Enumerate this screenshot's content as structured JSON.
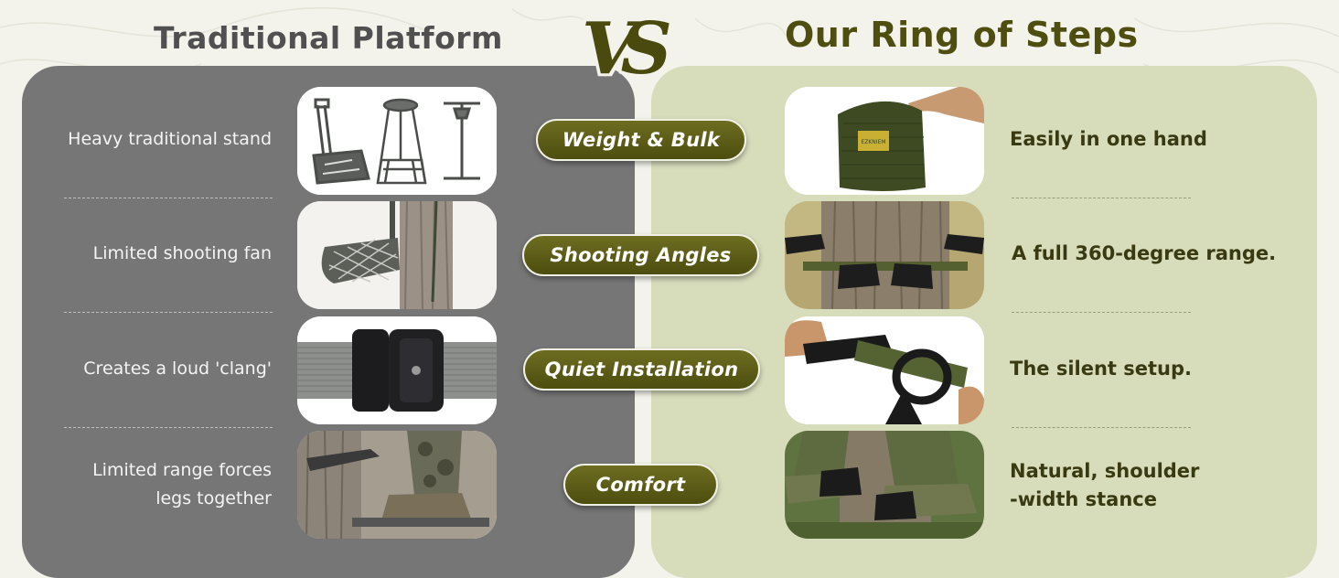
{
  "left_title": "Traditional Platform",
  "right_title": "Our Ring of Steps",
  "vs_label": "VS",
  "rows": [
    {
      "left": "Heavy traditional stand",
      "pill": "Weight & Bulk",
      "right": "Easily in one hand"
    },
    {
      "left": "Limited shooting fan",
      "pill": "Shooting Angles",
      "right": "A full 360-degree range."
    },
    {
      "left": "Creates a loud 'clang'",
      "pill": "Quiet Installation",
      "right": "The silent setup."
    },
    {
      "left_lines": [
        "Limited range forces",
        "legs together"
      ],
      "pill": "Comfort",
      "right_lines": [
        "Natural, shoulder",
        "-width stance"
      ]
    }
  ],
  "bag_logo_text": "EZKNIEM",
  "colors": {
    "left_panel": "#767676",
    "right_panel": "#d7dcbb",
    "pill": "#5a5a16",
    "title_left": "#505050",
    "title_right": "#4e4e10"
  }
}
